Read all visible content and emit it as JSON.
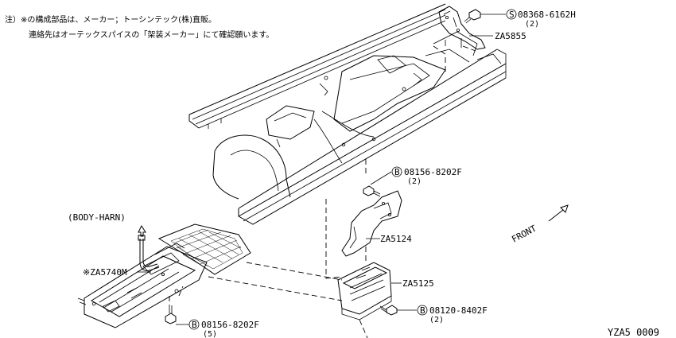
{
  "notes": [
    "注）※の構成部品は、メーカー；トーシンテック(株)直販。",
    "連絡先はオーテックスパイスの「架装メーカー」にて確認願います。"
  ],
  "callouts": {
    "bolt_top": {
      "prefix": "S",
      "part": "08368-6162H",
      "qty": "(2)"
    },
    "bracket_top": {
      "part": "ZA5855"
    },
    "bolt_mid": {
      "prefix": "B",
      "part": "08156-8202F",
      "qty": "(2)"
    },
    "bracket_mid": {
      "part": "ZA5124"
    },
    "step_right": {
      "part": "ZA5125"
    },
    "bolt_right": {
      "prefix": "B",
      "part": "08120-8402F",
      "qty": "(2)"
    },
    "harness": {
      "part": "(BODY-HARN)"
    },
    "step_left": {
      "part": "※ZA5740M"
    },
    "bolt_bottom": {
      "prefix": "B",
      "part": "08156-8202F",
      "qty": "(5)"
    }
  },
  "front_label": "FRONT",
  "diagram_code": "YZA5 0009"
}
